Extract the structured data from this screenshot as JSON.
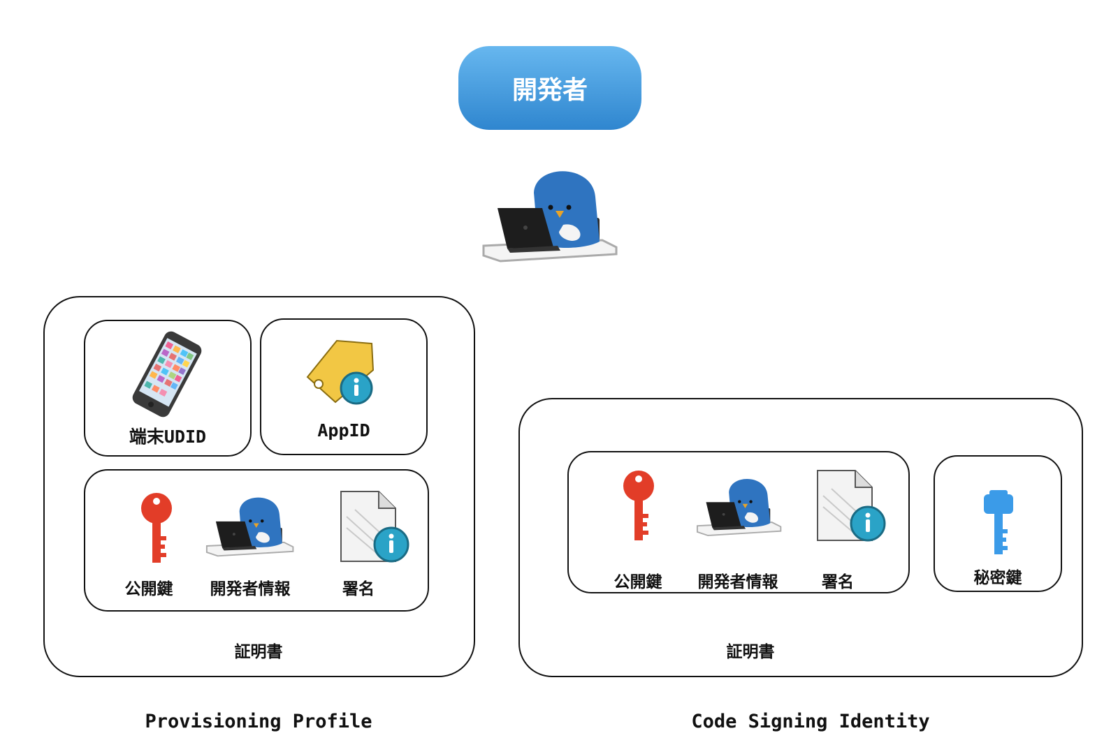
{
  "header": {
    "developer": "開発者"
  },
  "provisioning": {
    "udid": "端末UDID",
    "appid": "AppID",
    "cert_items": [
      "公開鍵",
      "開発者情報",
      "署名"
    ],
    "cert_title": "証明書",
    "caption": "Provisioning Profile"
  },
  "signing": {
    "cert_items": [
      "公開鍵",
      "開発者情報",
      "署名"
    ],
    "secret_key": "秘密鍵",
    "cert_title": "証明書",
    "caption": "Code Signing Identity"
  },
  "colors": {
    "pill_top": "#67b7ef",
    "pill_bottom": "#2f86cf",
    "public_key": "#e23d28",
    "secret_key": "#3b9be8",
    "penguin": "#2f74c0",
    "tag": "#f2c744",
    "info_badge": "#2aa3c7"
  },
  "icons": [
    "penguin-laptop-icon",
    "smartphone-icon",
    "tag-info-icon",
    "red-key-icon",
    "document-info-icon",
    "blue-key-icon"
  ]
}
